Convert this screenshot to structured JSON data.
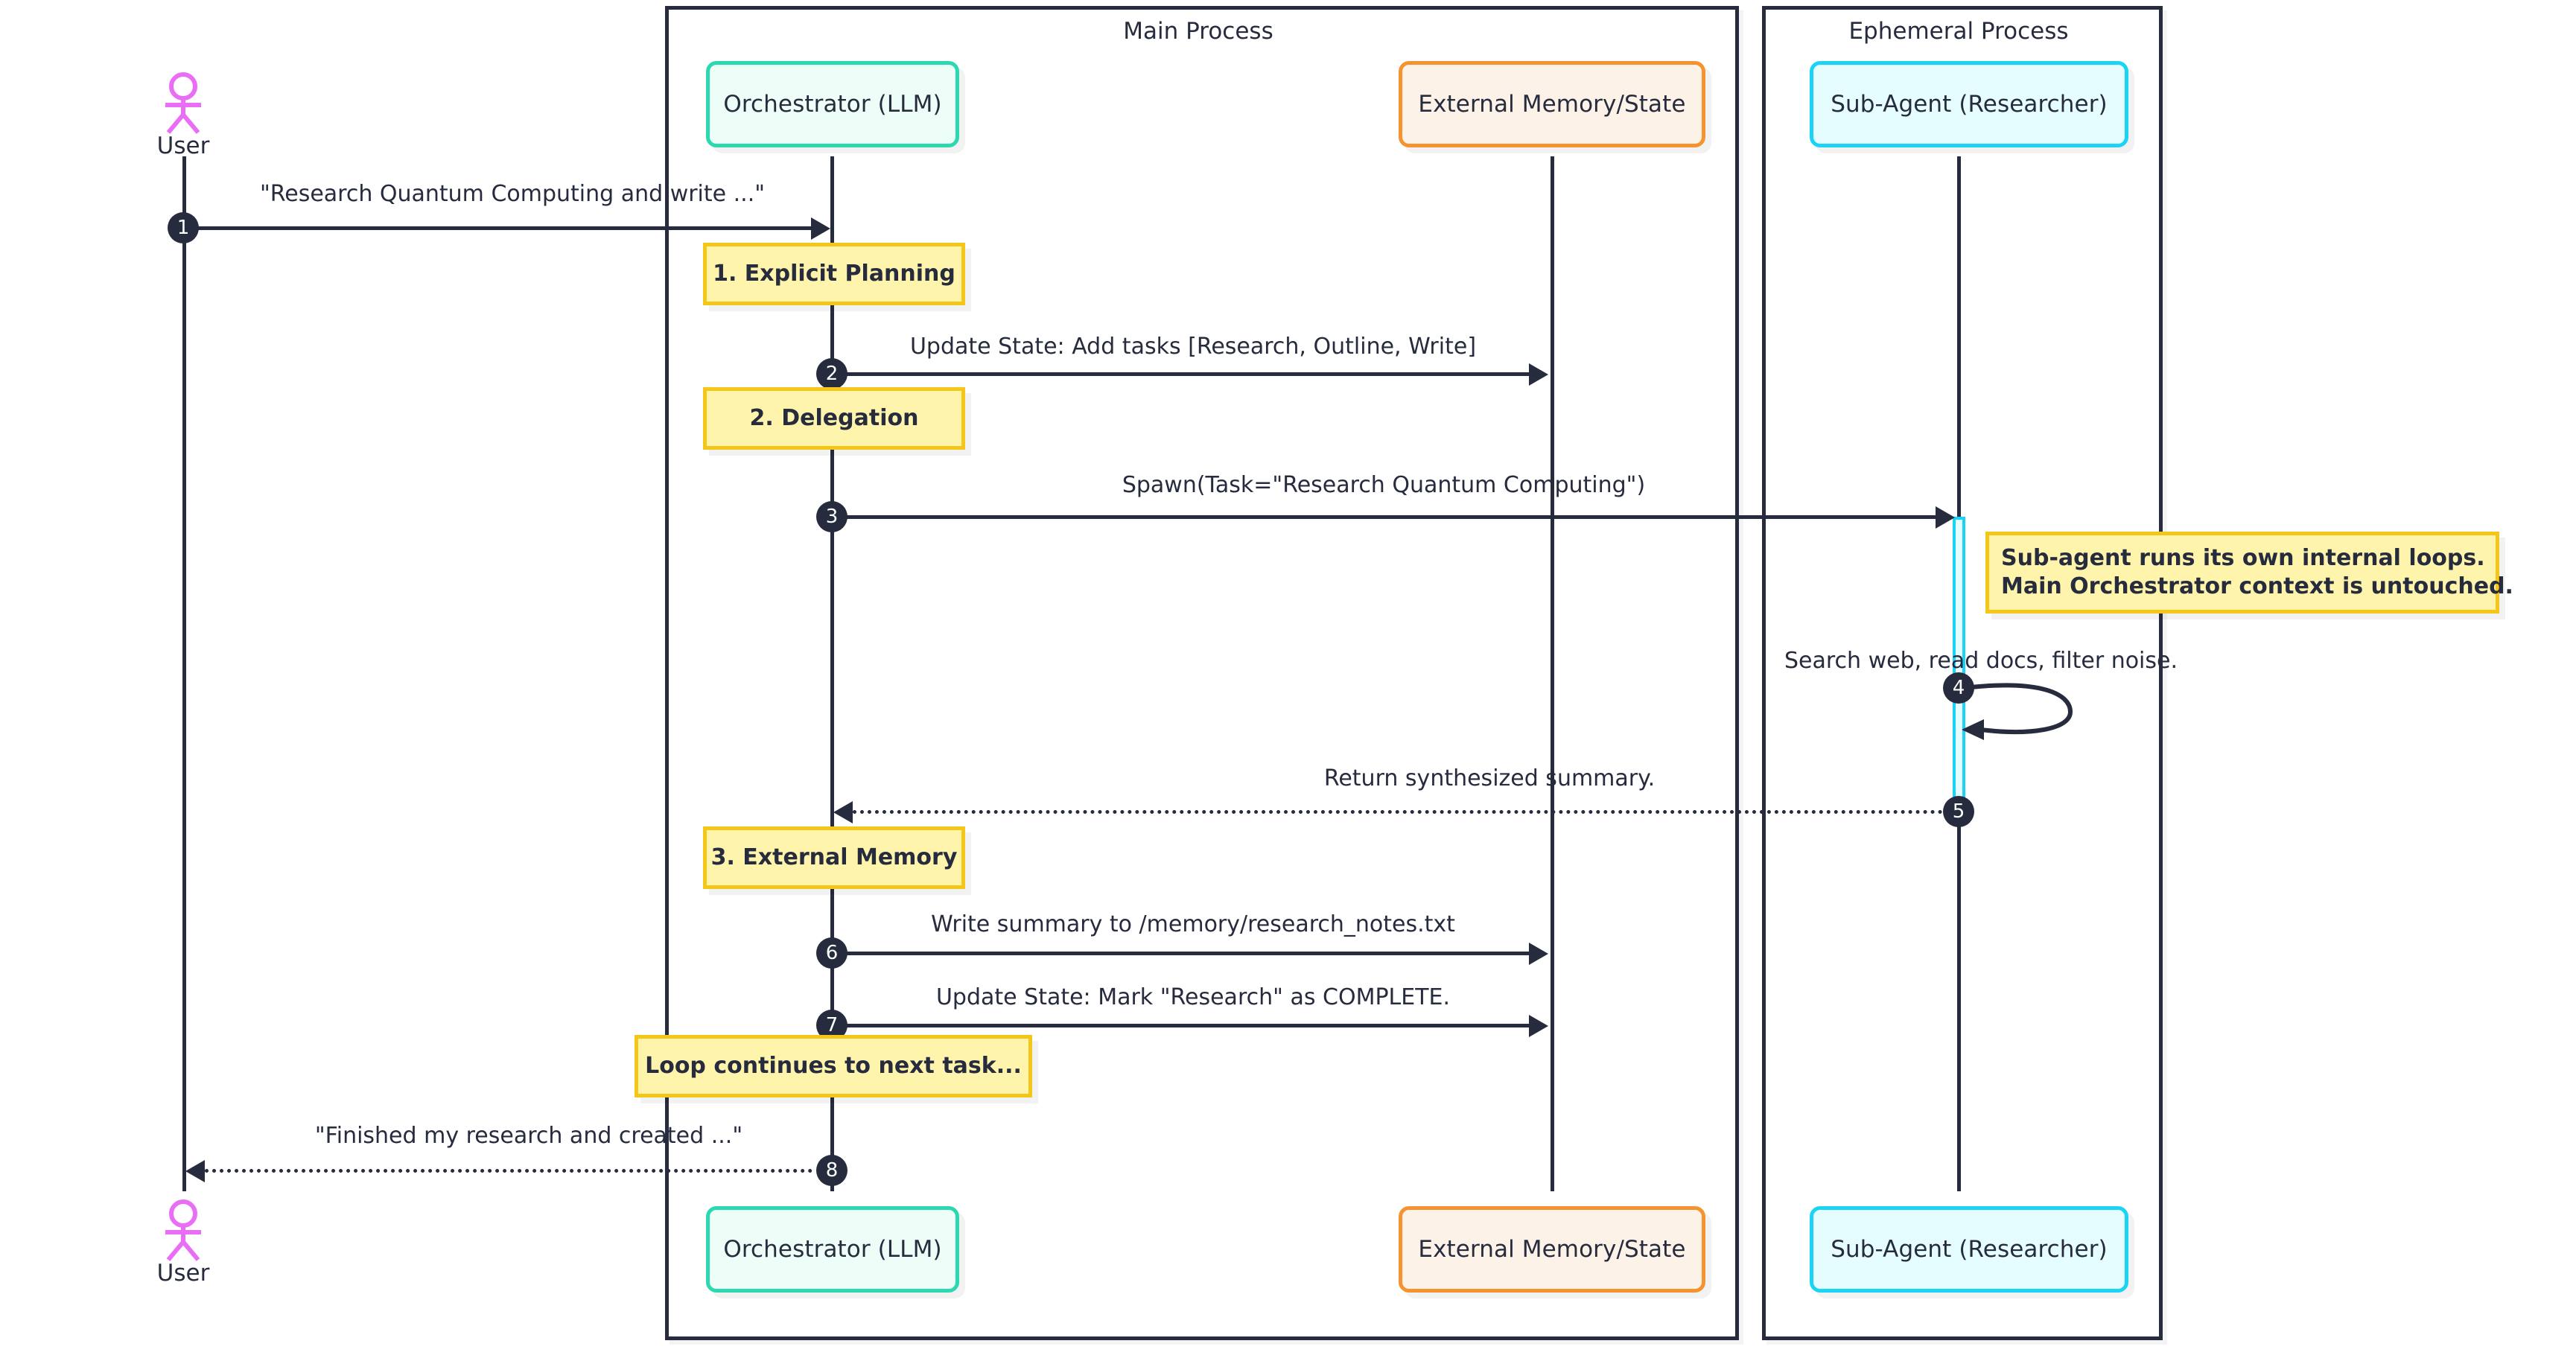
{
  "diagram": {
    "type": "sequence-diagram",
    "title": "Agent Orchestration Sequence"
  },
  "groups": [
    {
      "name": "main-process",
      "label": "Main Process"
    },
    {
      "name": "ephemeral-process",
      "label": "Ephemeral Process"
    }
  ],
  "actors": [
    {
      "name": "user",
      "label": "User",
      "kind": "stick-figure",
      "color": "#ea6ef5"
    }
  ],
  "participants": [
    {
      "name": "orchestrator",
      "label": "Orchestrator (LLM)",
      "border": "#2bd9b0",
      "fill": "#edfdf8"
    },
    {
      "name": "external-memory",
      "label": "External Memory/State",
      "border": "#f59331",
      "fill": "#fdf2e8"
    },
    {
      "name": "sub-agent",
      "label": "Sub-Agent (Researcher)",
      "border": "#1ad3f5",
      "fill": "#e6fdff"
    }
  ],
  "messages": [
    {
      "num": "1",
      "text": "\"Research Quantum Computing and write ...\"",
      "from": "user",
      "to": "orchestrator",
      "style": "solid",
      "dir": "right"
    },
    {
      "num": "2",
      "text": "Update State: Add tasks [Research, Outline, Write]",
      "from": "orchestrator",
      "to": "external-memory",
      "style": "solid",
      "dir": "right"
    },
    {
      "num": "3",
      "text": "Spawn(Task=\"Research Quantum Computing\")",
      "from": "orchestrator",
      "to": "sub-agent",
      "style": "solid",
      "dir": "right"
    },
    {
      "num": "4",
      "text": "Search web, read docs, filter noise.",
      "from": "sub-agent",
      "to": "sub-agent",
      "style": "solid",
      "dir": "self"
    },
    {
      "num": "5",
      "text": "Return synthesized summary.",
      "from": "sub-agent",
      "to": "orchestrator",
      "style": "dotted",
      "dir": "left"
    },
    {
      "num": "6",
      "text": "Write summary to /memory/research_notes.txt",
      "from": "orchestrator",
      "to": "external-memory",
      "style": "solid",
      "dir": "right"
    },
    {
      "num": "7",
      "text": "Update State: Mark \"Research\" as COMPLETE.",
      "from": "orchestrator",
      "to": "external-memory",
      "style": "solid",
      "dir": "right"
    },
    {
      "num": "8",
      "text": "\"Finished my research and created ...\"",
      "from": "orchestrator",
      "to": "user",
      "style": "dotted",
      "dir": "left"
    }
  ],
  "notes": [
    {
      "name": "note-explicit-planning",
      "text": "1. Explicit Planning"
    },
    {
      "name": "note-delegation",
      "text": "2. Delegation"
    },
    {
      "name": "note-subagent-loops",
      "text": "Sub-agent runs its own internal loops.\nMain Orchestrator context is untouched."
    },
    {
      "name": "note-external-memory",
      "text": "3. External Memory"
    },
    {
      "name": "note-loop-continues",
      "text": "Loop continues to next task..."
    }
  ],
  "colors": {
    "line": "#262b3d",
    "note_fill": "#fff4ab",
    "note_border": "#f5c518",
    "actor": "#ea6ef5"
  }
}
